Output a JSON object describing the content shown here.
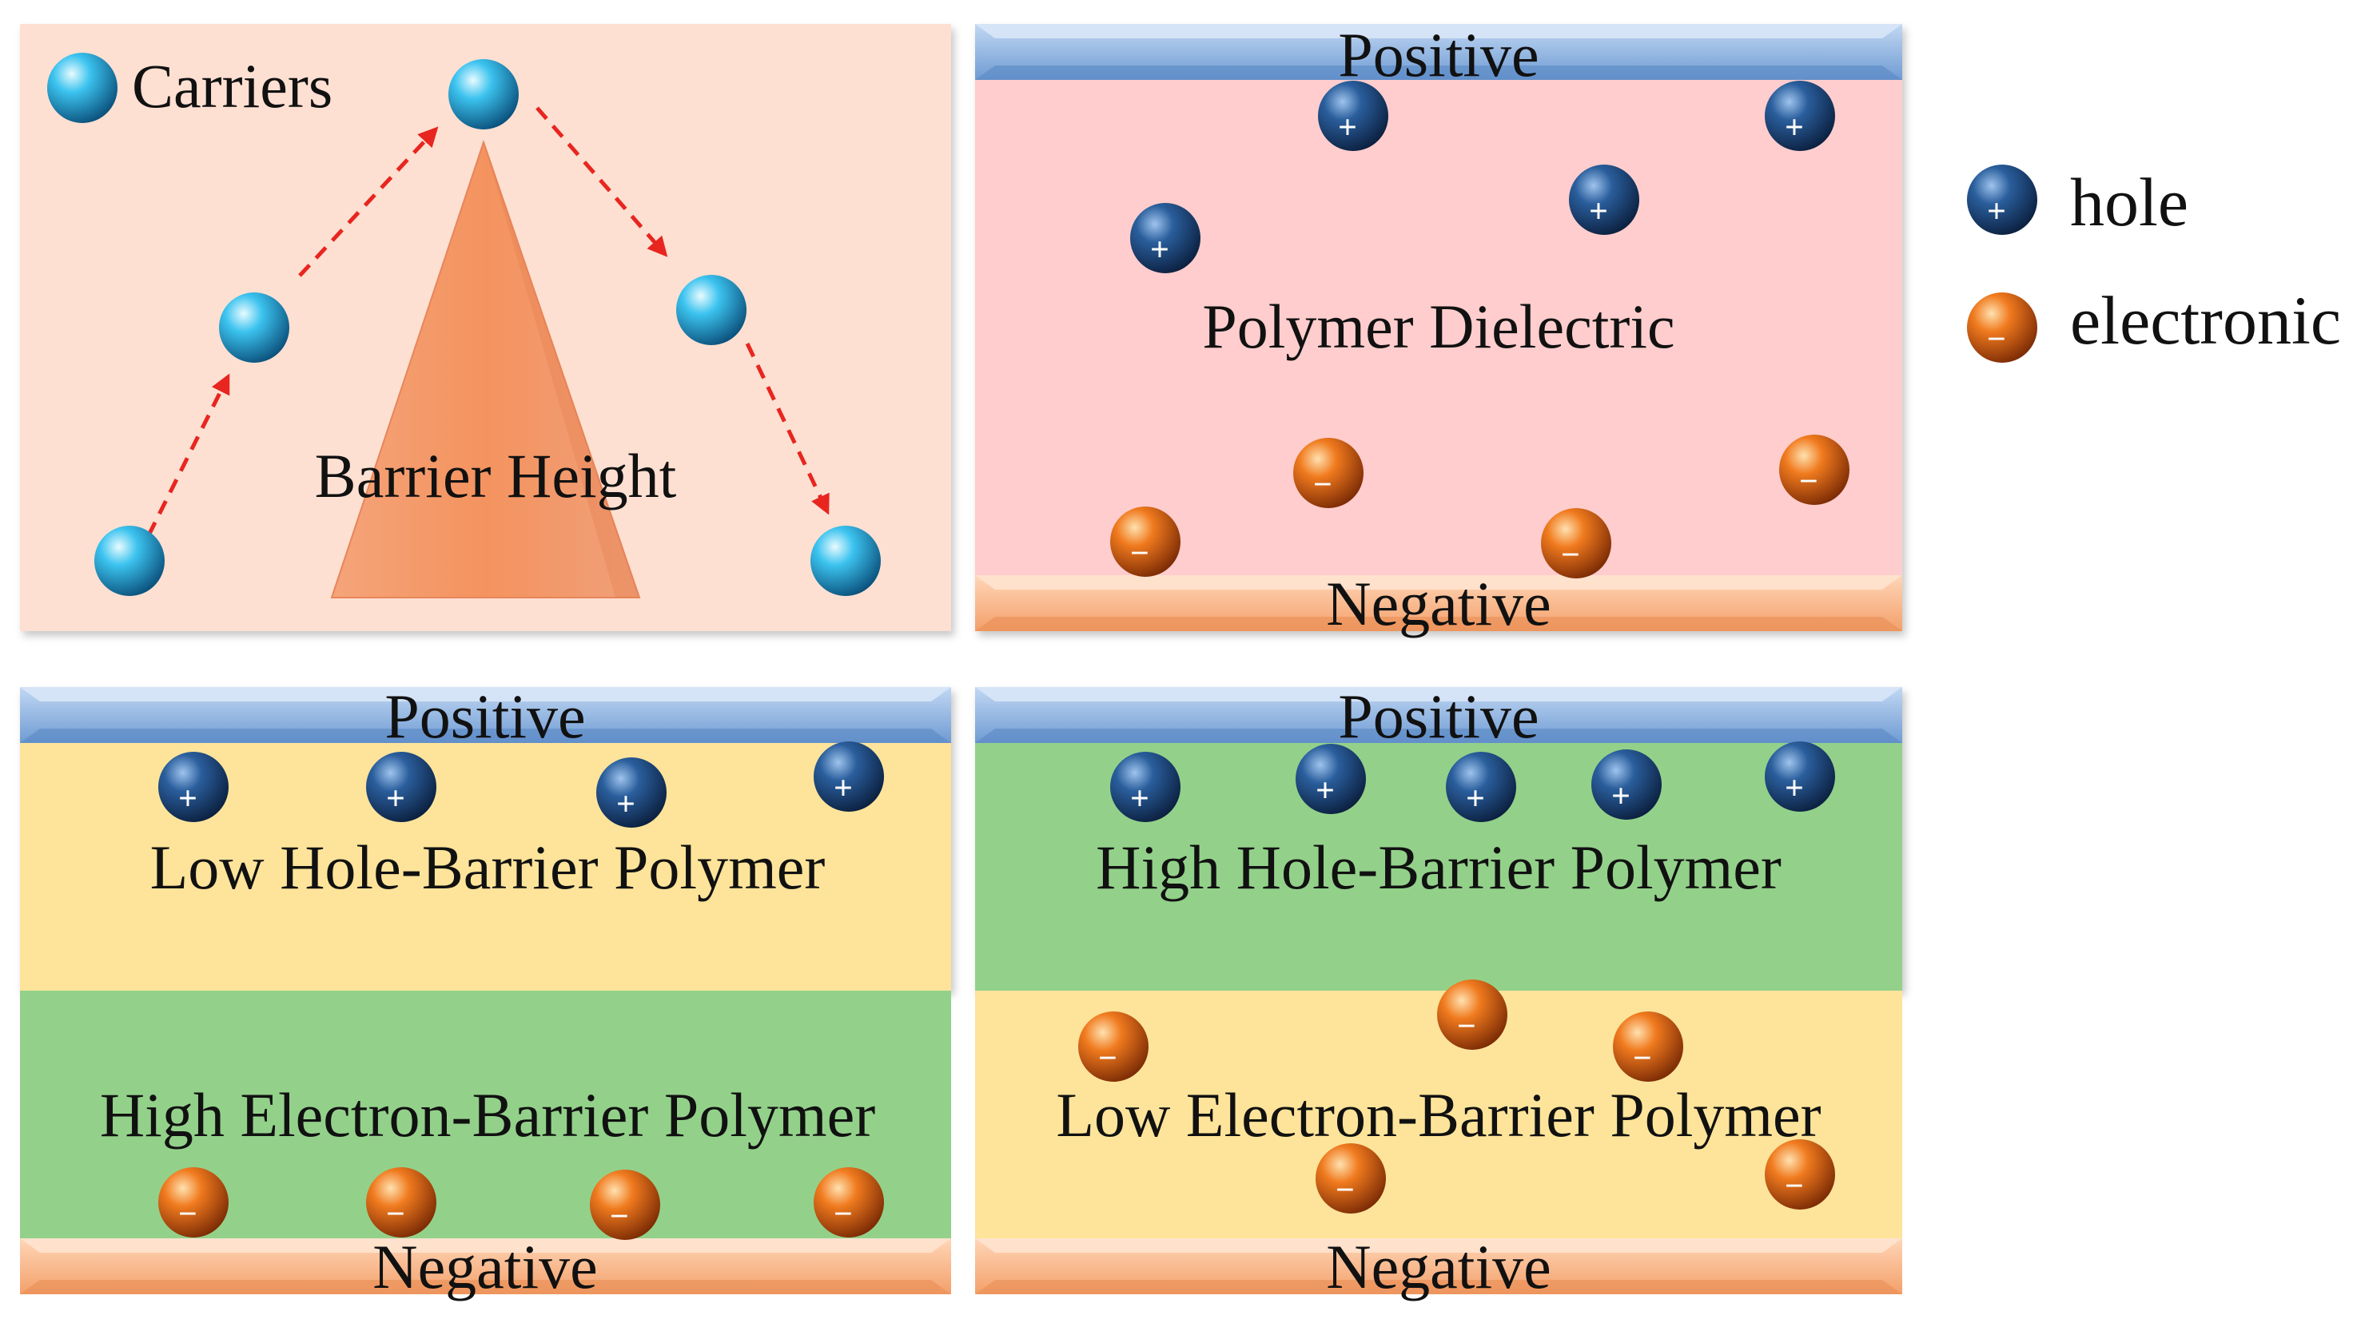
{
  "panels": {
    "barrier": {
      "carriers_label": "Carriers",
      "barrier_label": "Barrier Height"
    },
    "dielectric": {
      "positive_label": "Positive",
      "negative_label": "Negative",
      "material_label": "Polymer Dielectric"
    },
    "low_hole": {
      "positive_label": "Positive",
      "negative_label": "Negative",
      "top_layer_label": "Low Hole-Barrier Polymer",
      "bottom_layer_label": "High Electron-Barrier Polymer"
    },
    "high_hole": {
      "positive_label": "Positive",
      "negative_label": "Negative",
      "top_layer_label": "High Hole-Barrier Polymer",
      "bottom_layer_label": "Low Electron-Barrier Polymer"
    }
  },
  "legend": {
    "hole_label": "hole",
    "electronic_label": "electronic"
  },
  "symbols": {
    "plus": "+",
    "minus": "−"
  },
  "colors": {
    "carrier": "#1aa6d8",
    "hole": "#1f4f8f",
    "electron": "#e85a10",
    "barrier_bg": "#fde0d2",
    "barrier_triangle": "#f59a6b",
    "dielectric_bg": "#ffcdcd",
    "yellow_layer": "#fde49a",
    "green_layer": "#93d18a",
    "positive_electrode": "#8fb4e3",
    "negative_electrode": "#f8b98e",
    "arrow": "#e8251f"
  }
}
